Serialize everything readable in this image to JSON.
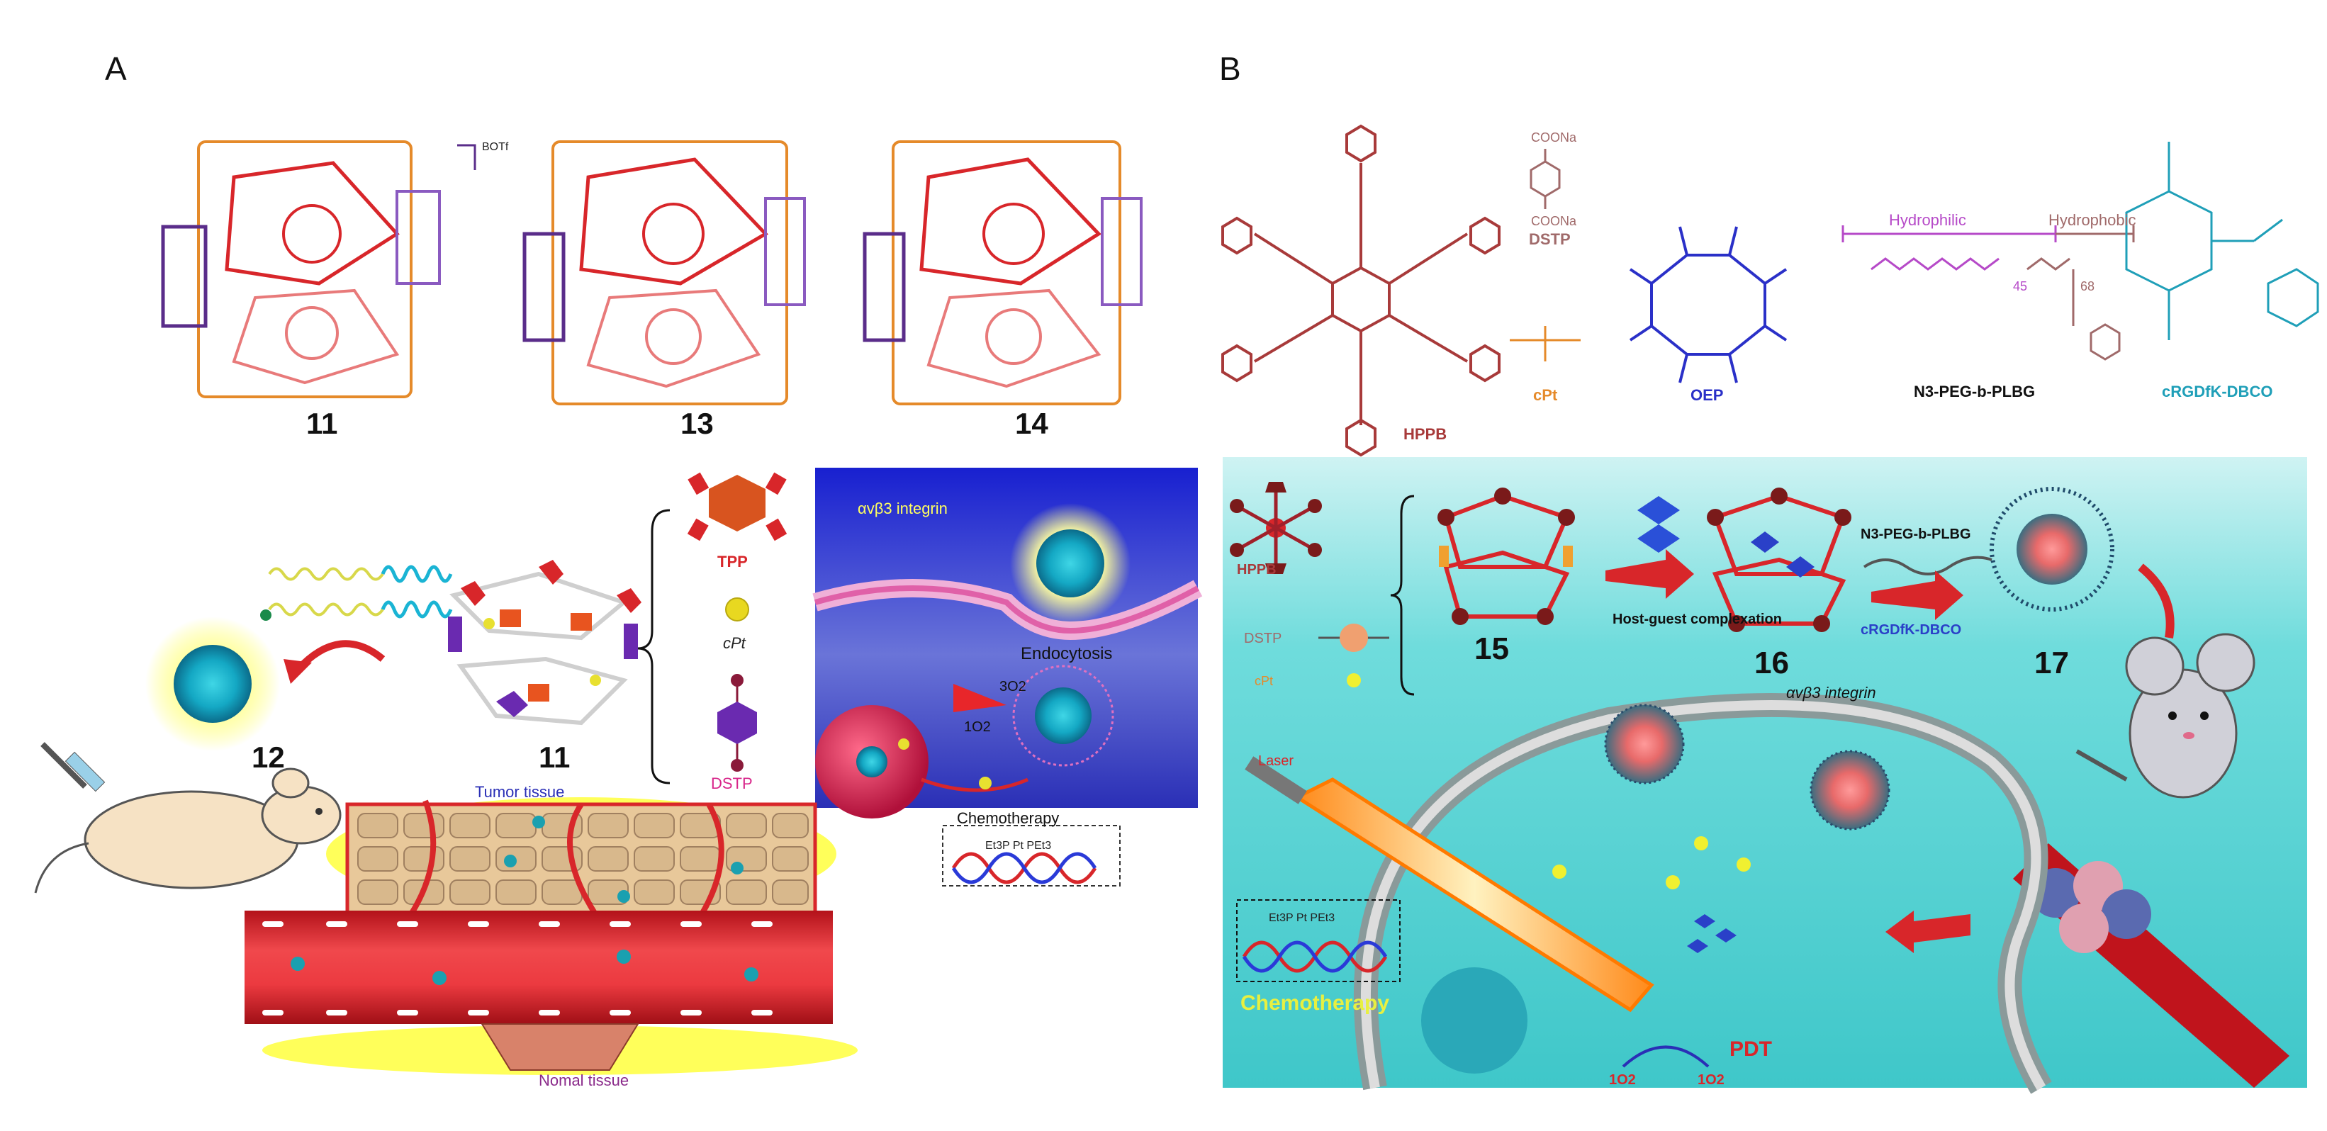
{
  "panels": {
    "a": "A",
    "b": "B"
  },
  "panel_a": {
    "bott": "BOTf",
    "compound_nums": [
      "11",
      "13",
      "14"
    ],
    "num_12": "12",
    "num_11b": "11",
    "tpp": "TPP",
    "cpt": "cPt",
    "dstp": "DSTP",
    "integrin": "αvβ3 integrin",
    "endocytosis": "Endocytosis",
    "o2_triplet": "3O2",
    "o2_singlet": "1O2",
    "chemotherapy": "Chemotherapy",
    "pt_formula": "Et3P  Pt  PEt3",
    "tumor_tissue": "Tumor tissue",
    "normal_tissue": "Nomal tissue"
  },
  "panel_b": {
    "hppb": "HPPB",
    "dstp_lbl": "DSTP",
    "coona1": "COONa",
    "coona2": "COONa",
    "cpt_lbl": "cPt",
    "oep": "OEP",
    "hydrophilic": "Hydrophilic",
    "hydrophobic": "Hydrophobic",
    "peg_n": "45",
    "plbg_n": "68",
    "peg_plbg": "N3-PEG-b-PLBG",
    "crgd": "cRGDfK-DBCO",
    "leg_hppb": "HPPB",
    "leg_dstp": "DSTP",
    "leg_cpt": "cPt",
    "num_15": "15",
    "num_16": "16",
    "num_17": "17",
    "host_guest": "Host-guest complexation",
    "peg_plbg2": "N3-PEG-b-PLBG",
    "crgd2": "cRGDfK-DBCO",
    "integrin2": "αvβ3 integrin",
    "laser": "Laser",
    "pt_formula2": "Et3P  Pt  PEt3",
    "chemotherapy": "Chemotherapy",
    "pdt": "PDT",
    "o2_a": "1O2",
    "o2_b": "1O2"
  },
  "colors": {
    "red": "#d8262a",
    "blood": "#c0141c",
    "cyan_bg": "#5fd6d6",
    "navy": "#1f2a8e",
    "orange": "#e58a2a",
    "purple": "#5a2d8a",
    "teal": "#1f9fb8"
  }
}
